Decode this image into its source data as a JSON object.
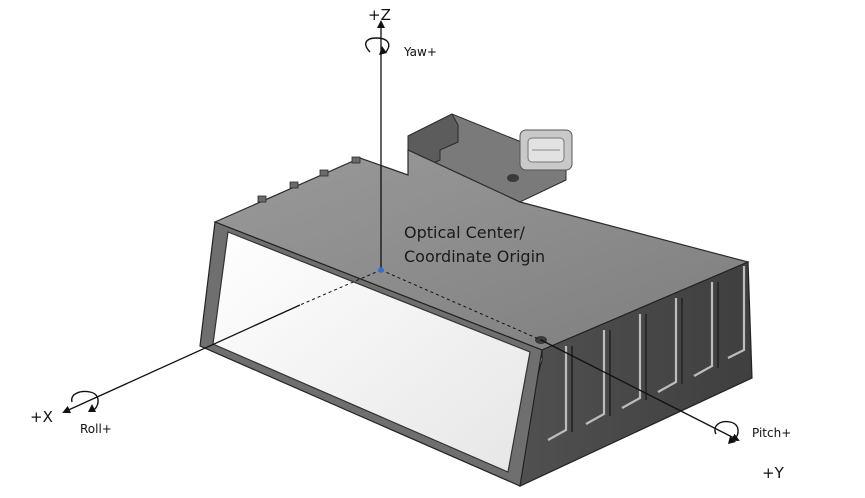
{
  "axes": {
    "z": {
      "label": "+Z",
      "rotation": "Yaw+"
    },
    "x": {
      "label": "+X",
      "rotation": "Roll+"
    },
    "y": {
      "label": "+Y",
      "rotation": "Pitch+"
    }
  },
  "origin": {
    "line1": "Optical Center/",
    "line2": "Coordinate Origin"
  },
  "colors": {
    "housing_top": "#8c8c8c",
    "housing_side": "#5a5a5a",
    "fins": "#4a4a4a",
    "window": "#f4f4f4",
    "axis_line": "#111111",
    "origin_marker": "#2f6fd6"
  },
  "icons": [
    "yaw-arrow-icon",
    "roll-arrow-icon",
    "pitch-arrow-icon"
  ]
}
